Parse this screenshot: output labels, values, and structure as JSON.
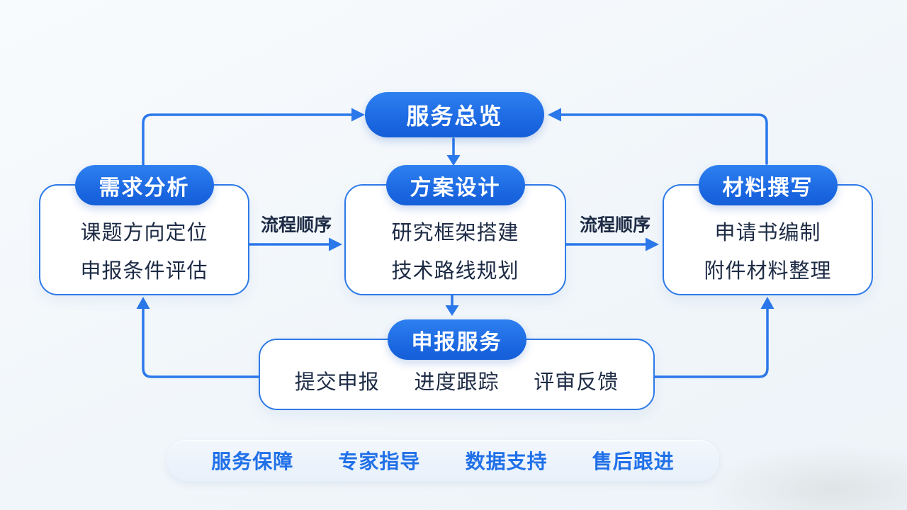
{
  "palette": {
    "primary_blue": "#1c6ae4",
    "pill_gradient_top": "#2e80f0",
    "pill_gradient_bottom": "#155fd8",
    "arrow_blue": "#2b78ea",
    "card_border_blue": "#2e7ae8",
    "dark_text": "#1d2b45",
    "footer_text_blue": "#2070e8",
    "footer_bg": "#eaf1fa",
    "background": "#f2f6fa"
  },
  "top_node": {
    "label": "服务总览"
  },
  "nodes": [
    {
      "title": "需求分析",
      "lines": [
        "课题方向定位",
        "申报条件评估"
      ]
    },
    {
      "title": "方案设计",
      "lines": [
        "研究框架搭建",
        "技术路线规划"
      ]
    },
    {
      "title": "材料撰写",
      "lines": [
        "申请书编制",
        "附件材料整理"
      ]
    }
  ],
  "flow_labels": [
    "流程顺序",
    "流程顺序"
  ],
  "bottom_node": {
    "title": "申报服务",
    "items": [
      "提交申报",
      "进度跟踪",
      "评审反馈"
    ]
  },
  "footer": {
    "items": [
      "服务保障",
      "专家指导",
      "数据支持",
      "售后跟进"
    ]
  }
}
